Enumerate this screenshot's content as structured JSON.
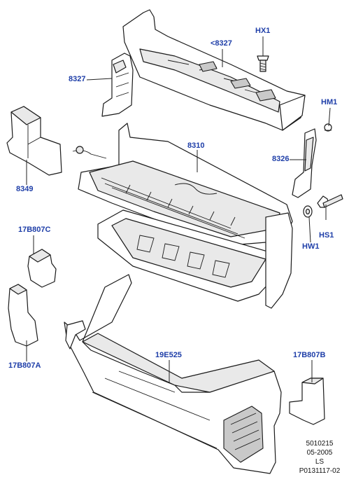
{
  "labels": {
    "p8327_top": "<8327",
    "hx1": "HX1",
    "p8327_left": "8327",
    "hm1": "HM1",
    "p8310": "8310",
    "p8326": "8326",
    "p8349": "8349",
    "hs1": "HS1",
    "hw1": "HW1",
    "p17b807c": "17B807C",
    "p17b807a": "17B807A",
    "p19e525": "19E525",
    "p17b807b": "17B807B"
  },
  "footer": {
    "line1": "5010215",
    "line2": "05-2005",
    "line3": "LS",
    "line4": "P0131117-02"
  },
  "colors": {
    "label": "#1e3ea8",
    "line": "#1a1a1a"
  }
}
